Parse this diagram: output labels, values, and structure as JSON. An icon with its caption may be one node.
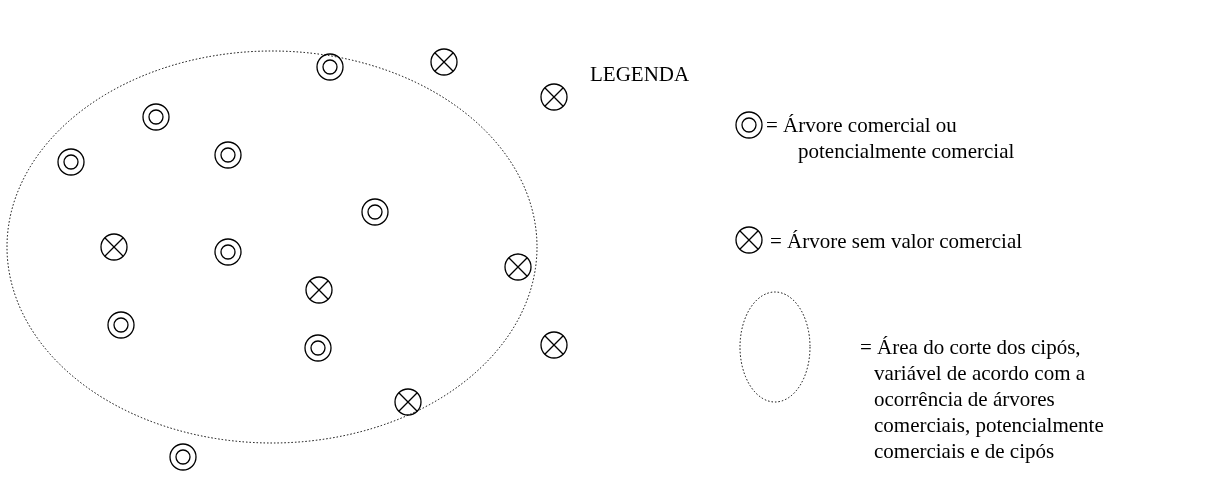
{
  "diagram": {
    "labels": [
      "LEGENDA"
    ],
    "legend": [
      {
        "text": "= Árvore comercial ou potencialmente comercial"
      },
      {
        "text": "= Árvore sem valor comercial"
      },
      {
        "text": "= Área do corte dos cipós, variável de acordo com a ocorrência de árvores comerciais, potencialmente comerciais e de cipós"
      }
    ]
  }
}
